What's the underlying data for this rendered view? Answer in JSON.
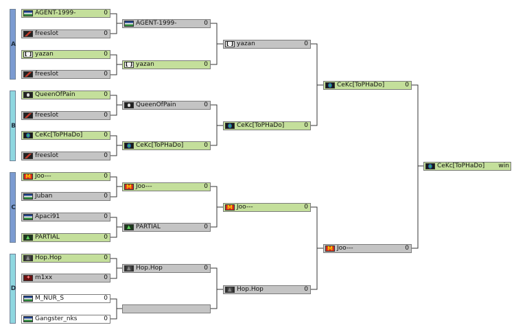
{
  "groups": [
    {
      "id": "A",
      "label": "A"
    },
    {
      "id": "B",
      "label": "B"
    },
    {
      "id": "C",
      "label": "C"
    },
    {
      "id": "D",
      "label": "D"
    }
  ],
  "round1": [
    {
      "name": "AGENT-1999-",
      "score": "0",
      "icon": "flag-icon"
    },
    {
      "name": "freeslot",
      "score": "0",
      "icon": "slash-icon"
    },
    {
      "name": "yazan",
      "score": "0",
      "icon": "face-icon"
    },
    {
      "name": "freeslot",
      "score": "0",
      "icon": "slash-icon"
    },
    {
      "name": "QueenOfPain",
      "score": "0",
      "icon": "skull-icon"
    },
    {
      "name": "freeslot",
      "score": "0",
      "icon": "slash-icon"
    },
    {
      "name": "CeKc[ToPHaDo]",
      "score": "0",
      "icon": "globe-icon"
    },
    {
      "name": "freeslot",
      "score": "0",
      "icon": "slash-icon"
    },
    {
      "name": "Joo---",
      "score": "0",
      "icon": "mcdonalds-icon"
    },
    {
      "name": "Juban",
      "score": "0",
      "icon": "flag-icon"
    },
    {
      "name": "Apaci91",
      "score": "0",
      "icon": "flag-icon"
    },
    {
      "name": "PARTIAL",
      "score": "0",
      "icon": "green-emblem-icon"
    },
    {
      "name": "Hop.Hop",
      "score": "0",
      "icon": "dark-emblem-icon"
    },
    {
      "name": "m1xx",
      "score": "0",
      "icon": "red-emblem-icon"
    },
    {
      "name": "M_NUR_S",
      "score": "0",
      "icon": "flag-icon"
    },
    {
      "name": "Gangster_nks",
      "score": "0",
      "icon": "flag-icon"
    }
  ],
  "round2": [
    {
      "name": "AGENT-1999-",
      "score": "0",
      "icon": "flag-icon"
    },
    {
      "name": "yazan",
      "score": "0",
      "icon": "face-icon"
    },
    {
      "name": "QueenOfPain",
      "score": "0",
      "icon": "skull-icon"
    },
    {
      "name": "CeKc[ToPHaDo]",
      "score": "0",
      "icon": "globe-icon"
    },
    {
      "name": "Joo---",
      "score": "0",
      "icon": "mcdonalds-icon"
    },
    {
      "name": "PARTIAL",
      "score": "0",
      "icon": "green-emblem-icon"
    },
    {
      "name": "Hop.Hop",
      "score": "0",
      "icon": "dark-emblem-icon"
    },
    {
      "name": "",
      "score": "",
      "icon": ""
    }
  ],
  "round3": [
    {
      "name": "yazan",
      "score": "0",
      "icon": "face-icon"
    },
    {
      "name": "CeKc[ToPHaDo]",
      "score": "0",
      "icon": "globe-icon"
    },
    {
      "name": "Joo---",
      "score": "0",
      "icon": "mcdonalds-icon"
    },
    {
      "name": "Hop.Hop",
      "score": "0",
      "icon": "dark-emblem-icon"
    }
  ],
  "round4": [
    {
      "name": "CeKc[ToPHaDo]",
      "score": "0",
      "icon": "globe-icon"
    },
    {
      "name": "Joo---",
      "score": "0",
      "icon": "mcdonalds-icon"
    }
  ],
  "final": {
    "name": "CeKc[ToPHaDo]",
    "score": "win",
    "icon": "globe-icon"
  }
}
